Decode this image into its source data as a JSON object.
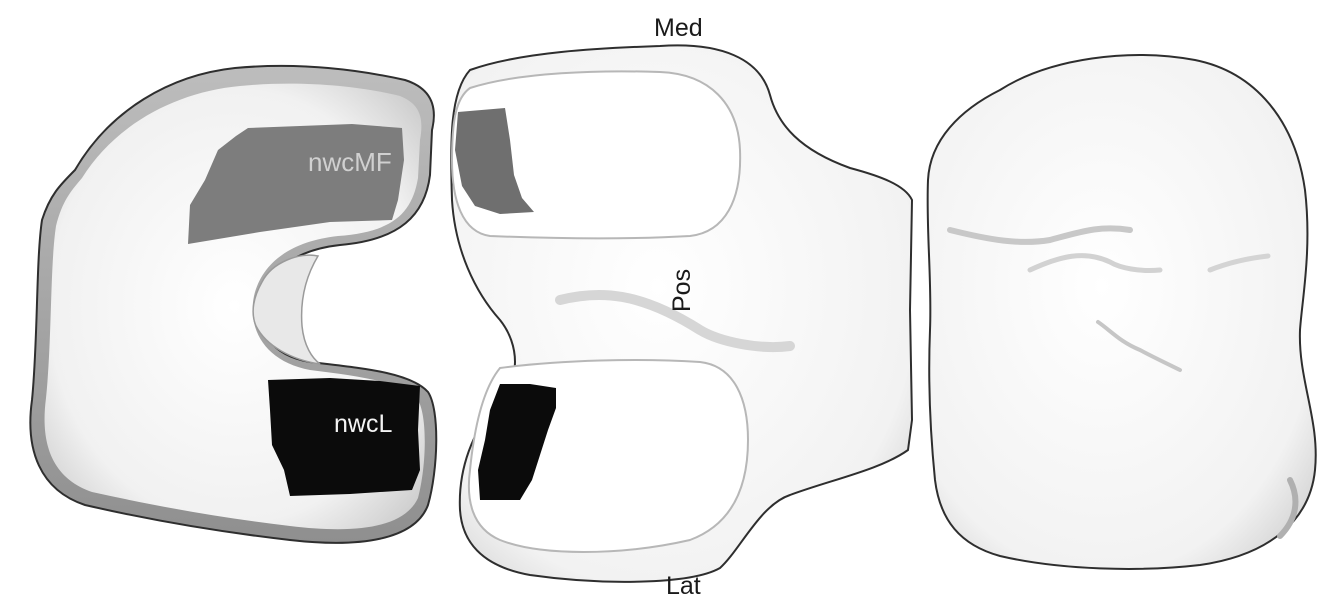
{
  "labels": {
    "medial": "Med",
    "lateral": "Lat",
    "posterior": "Pos",
    "medial_region": "nwcMF",
    "lateral_region": "nwcL"
  },
  "colors": {
    "bone_fill": "#f7f7f7",
    "outline": "#2e2e2e",
    "medial_region": "#7d7d7d",
    "lateral_region": "#0b0b0b",
    "background": "#ffffff"
  }
}
